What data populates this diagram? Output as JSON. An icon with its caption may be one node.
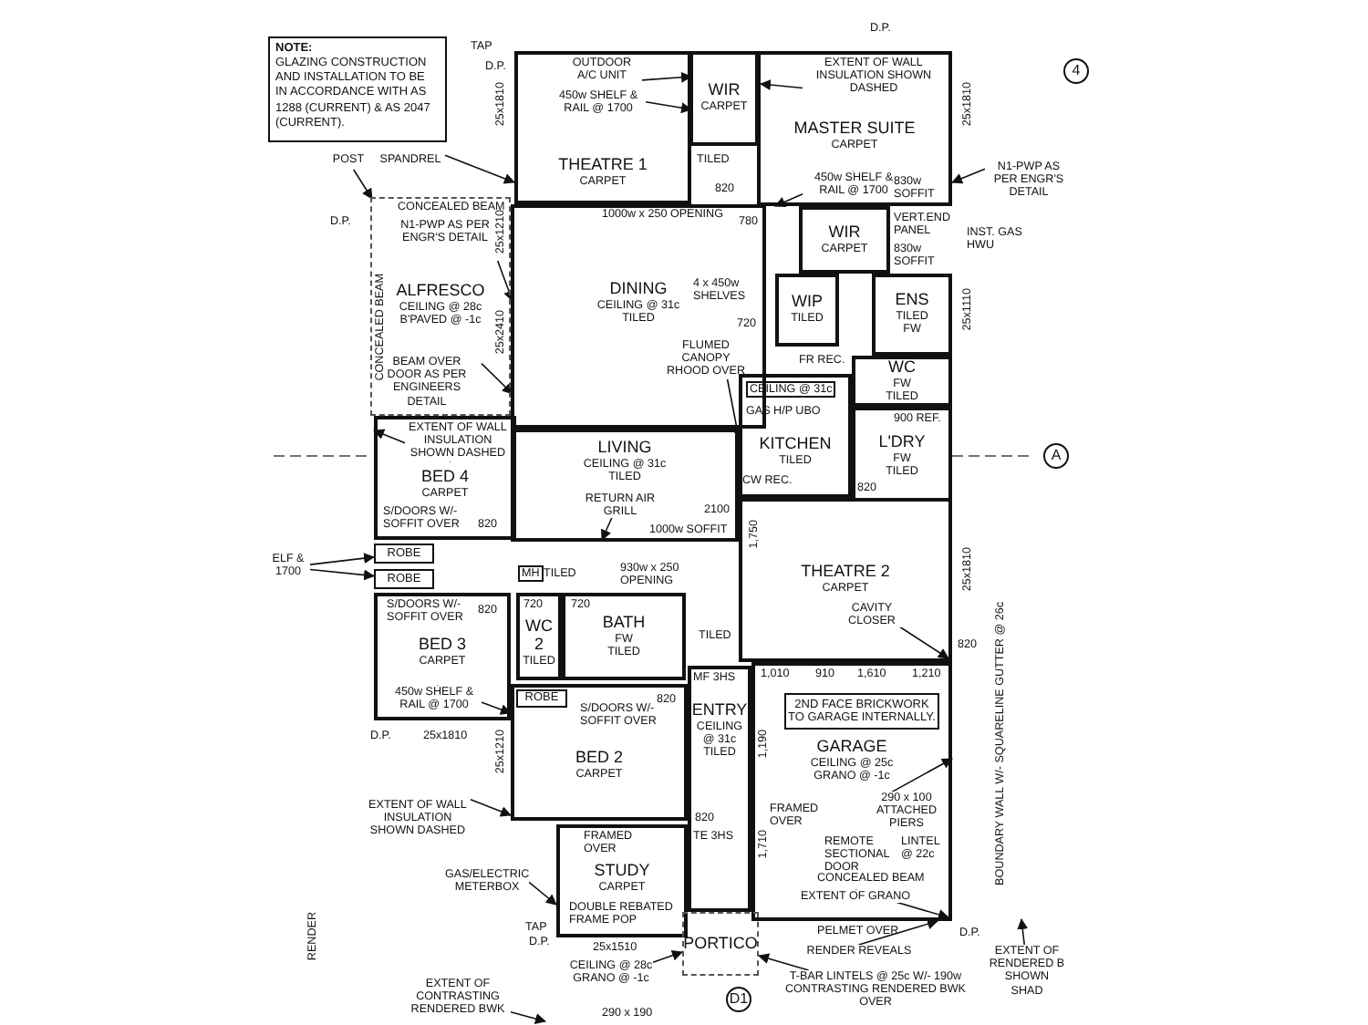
{
  "diagram": {
    "nodes": [
      {
        "text": [
          "NOTE:",
          "GLAZING CONSTRUCTION AND INSTALLATION TO BE IN ACCORDANCE WITH AS 1288 (CURRENT) & AS 2047 (CURRENT)."
        ]
      },
      {
        "text": [
          "THEATRE 1",
          "CARPET"
        ]
      },
      {
        "text": [
          "WIR",
          "CARPET"
        ]
      },
      {
        "text": [
          "MASTER SUITE",
          "CARPET"
        ]
      },
      {
        "text": [
          "ALFRESCO",
          "CEILING @ 28c",
          "B'PAVED @ -1c"
        ]
      },
      {
        "text": [
          "DINING",
          "CEILING @ 31c",
          "TILED"
        ]
      },
      {
        "text": [
          "WIR",
          "CARPET"
        ]
      },
      {
        "text": [
          "WIP",
          "TILED"
        ]
      },
      {
        "text": [
          "ENS",
          "TILED",
          "FW"
        ]
      },
      {
        "text": [
          "LIVING",
          "CEILING @ 31c",
          "TILED"
        ]
      },
      {
        "text": [
          "KITCHEN",
          "TILED"
        ]
      },
      {
        "text": [
          "WC",
          "FW",
          "TILED"
        ]
      },
      {
        "text": [
          "L'DRY",
          "FW",
          "TILED"
        ]
      },
      {
        "text": [
          "BED 4",
          "CARPET"
        ]
      },
      {
        "text": [
          "THEATRE 2",
          "CARPET"
        ]
      },
      {
        "text": [
          "BED 3",
          "CARPET"
        ]
      },
      {
        "text": [
          "WC 2",
          "TILED"
        ]
      },
      {
        "text": [
          "BATH",
          "FW",
          "TILED"
        ]
      },
      {
        "text": [
          "BED 2",
          "CARPET"
        ]
      },
      {
        "text": [
          "ENTRY",
          "CEILING @ 31c",
          "TILED"
        ]
      },
      {
        "text": [
          "GARAGE",
          "CEILING @ 25c",
          "GRANO @ -1c"
        ]
      },
      {
        "text": [
          "2ND FACE BRICKWORK TO GARAGE INTERNALLY."
        ],
        "in": 20
      },
      {
        "text": [
          "STUDY",
          "CARPET"
        ]
      },
      {
        "text": [
          "PORTICO"
        ]
      },
      {
        "text": [
          "ROBE"
        ]
      },
      {
        "text": [
          "ROBE"
        ]
      },
      {
        "text": [
          "ROBE"
        ],
        "in": 18
      },
      {
        "text": [
          "OUTDOOR A/C UNIT"
        ],
        "in": 1
      },
      {
        "text": [
          "450w SHELF & RAIL @ 1700"
        ],
        "in": 1
      },
      {
        "text": [
          "EXTENT OF WALL INSULATION SHOWN DASHED"
        ],
        "in": 3
      },
      {
        "text": [
          "450w SHELF & RAIL @ 1700"
        ],
        "in": 3
      },
      {
        "text": [
          "N1-PWP AS PER ENGR'S DETAIL"
        ]
      },
      {
        "text": [
          "POST"
        ]
      },
      {
        "text": [
          "SPANDREL"
        ]
      },
      {
        "text": [
          "N1-PWP AS PER ENGR'S DETAIL"
        ],
        "in": 4
      },
      {
        "text": [
          "BEAM OVER DOOR AS PER ENGINEERS DETAIL"
        ],
        "in": 4
      },
      {
        "text": [
          "EXTENT OF WALL INSULATION SHOWN DASHED"
        ],
        "in": 13
      },
      {
        "text": [
          "FLUMED CANOPY RHOOD OVER"
        ],
        "in": 5
      },
      {
        "text": [
          "RETURN AIR GRILL"
        ],
        "in": 9
      },
      {
        "text": [
          "ELF & 1700"
        ]
      },
      {
        "text": [
          "CAVITY CLOSER"
        ],
        "in": 14
      },
      {
        "text": [
          "450w SHELF & RAIL @ 1700"
        ],
        "in": 15
      },
      {
        "text": [
          "EXTENT OF WALL INSULATION SHOWN DASHED"
        ]
      },
      {
        "text": [
          "290 x 100 ATTACHED PIERS"
        ],
        "in": 20
      },
      {
        "text": [
          "EXTENT OF GRANO"
        ],
        "in": 20
      },
      {
        "text": [
          "GAS/ELECTRIC METERBOX"
        ]
      },
      {
        "text": [
          "RENDER REVEALS"
        ]
      },
      {
        "text": [
          "CEILING @ 28c GRANO @ -1c"
        ]
      },
      {
        "text": [
          "T-BAR LINTELS @ 25c W/- 190w CONTRASTING RENDERED BWK OVER"
        ]
      },
      {
        "text": [
          "EXTENT OF CONTRASTING RENDERED BWK"
        ]
      },
      {
        "text": [
          "EXTENT OF RENDERED B SHOWN SHAD"
        ]
      }
    ],
    "edges": [
      {
        "from": 27,
        "to": 2,
        "arrow": "to"
      },
      {
        "from": 28,
        "to": 2,
        "arrow": "to"
      },
      {
        "from": 29,
        "to": 2,
        "arrow": "to"
      },
      {
        "from": 30,
        "to": 3,
        "arrow": "to"
      },
      {
        "from": 31,
        "to": 3,
        "arrow": "to"
      },
      {
        "from": 32,
        "to": 4,
        "arrow": "to"
      },
      {
        "from": 33,
        "to": 1,
        "arrow": "to"
      },
      {
        "from": 34,
        "to": 5,
        "arrow": "to"
      },
      {
        "from": 35,
        "to": 5,
        "arrow": "to"
      },
      {
        "from": 36,
        "to": 13,
        "arrow": "to"
      },
      {
        "from": 37,
        "to": 10,
        "arrow": "to"
      },
      {
        "from": 38,
        "to": 9,
        "arrow": "to"
      },
      {
        "from": 39,
        "to": 24,
        "arrow": "to"
      },
      {
        "from": 39,
        "to": 25,
        "arrow": "to"
      },
      {
        "from": 40,
        "to": 14,
        "arrow": "to"
      },
      {
        "from": 41,
        "to": 15,
        "arrow": "to"
      },
      {
        "from": 42,
        "to": 18,
        "arrow": "to"
      },
      {
        "from": 43,
        "to": 20,
        "arrow": "to"
      },
      {
        "from": 44,
        "to": 20,
        "arrow": "to"
      },
      {
        "from": 45,
        "to": 22,
        "arrow": "to"
      },
      {
        "from": 46,
        "to": 20,
        "arrow": "to"
      },
      {
        "from": 47,
        "to": 23,
        "arrow": "to"
      },
      {
        "from": 48,
        "to": 23,
        "arrow": "to"
      },
      {
        "from": 49,
        "to": null,
        "arrow": "to"
      },
      {
        "from": 50,
        "to": null,
        "arrow": "to"
      }
    ],
    "labels": [
      "D.P.",
      "4",
      "TAP",
      "D.P.",
      "25x1810",
      "CONCEALED BEAM",
      "D.P.",
      "CONCEALED BEAM",
      "25x1210",
      "25x2410",
      "1000w x 250 OPENING",
      "TILED",
      "820",
      "780",
      "830w SOFFIT",
      "VERT.END PANEL",
      "830w SOFFIT",
      "INST. GAS HWU",
      "25x1810",
      "25x1110",
      "4 x 450w SHELVES",
      "720",
      "FR REC.",
      "CEILING @ 31c",
      "GAS H/P UBO",
      "CW REC.",
      "900 REF.",
      "820",
      "2100",
      "1000w SOFFIT",
      "S/DOORS W/- SOFFIT OVER",
      "820",
      "MH",
      "TILED",
      "930w x 250 OPENING",
      "1,750",
      "S/DOORS W/- SOFFIT OVER",
      "820",
      "720",
      "720",
      "25x1810",
      "TILED",
      "820",
      "MF 3HS",
      "1,010",
      "910",
      "1,610",
      "1,210",
      "1,190",
      "FRAMED OVER",
      "1,710",
      "REMOTE SECTIONAL DOOR",
      "LINTEL @ 22c",
      "CONCEALED BEAM",
      "PELMET OVER",
      "D.P.",
      "BOUNDARY WALL W/- SQUARELINE GUTTER @ 26c",
      "D.P.",
      "25x1810",
      "25x1210",
      "S/DOORS W/- SOFFIT OVER",
      "820",
      "820",
      "TE 3HS",
      "FRAMED OVER",
      "DOUBLE REBATED FRAME POP",
      "TAP",
      "D.P.",
      "RENDER",
      "25x1510",
      "290 x 190",
      "A",
      "D1"
    ]
  }
}
